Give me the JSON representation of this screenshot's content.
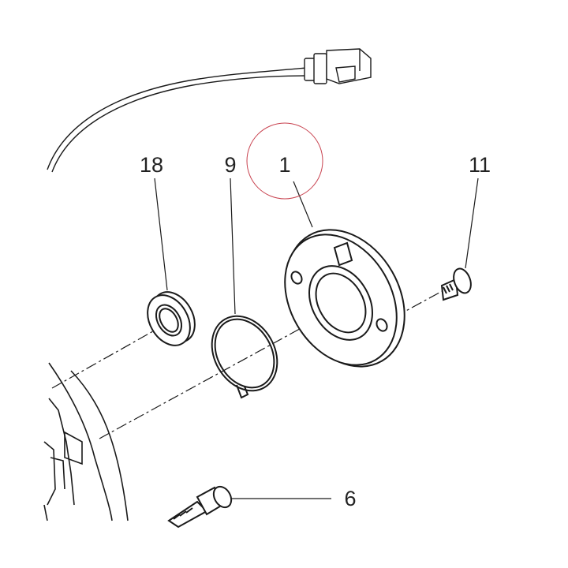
{
  "callouts": {
    "part_18": "18",
    "part_9": "9",
    "part_1": "1",
    "part_11": "11",
    "part_6": "6"
  },
  "colors": {
    "line": "#1a1a1a",
    "highlight_circle": "#c8424f",
    "background": "#ffffff"
  },
  "highlighted_part": "1"
}
